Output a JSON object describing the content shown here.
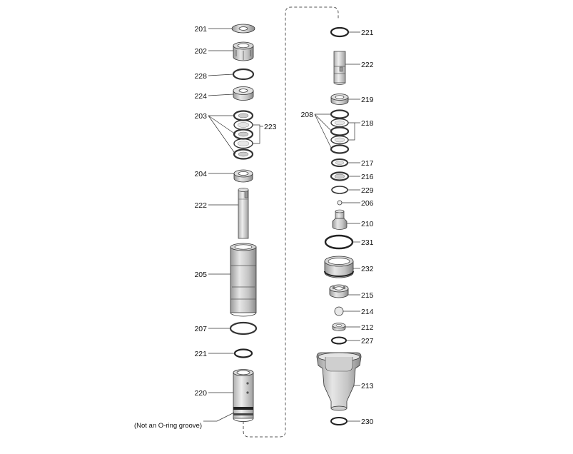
{
  "diagram": {
    "labels_left": [
      "201",
      "202",
      "228",
      "224",
      "203",
      "223",
      "204",
      "222",
      "205",
      "207",
      "221",
      "220"
    ],
    "labels_right": [
      "221",
      "222",
      "219",
      "208",
      "218",
      "217",
      "216",
      "229",
      "206",
      "210",
      "231",
      "232",
      "215",
      "214",
      "212",
      "227",
      "213",
      "230"
    ],
    "note": "(Not an O-ring groove)"
  }
}
